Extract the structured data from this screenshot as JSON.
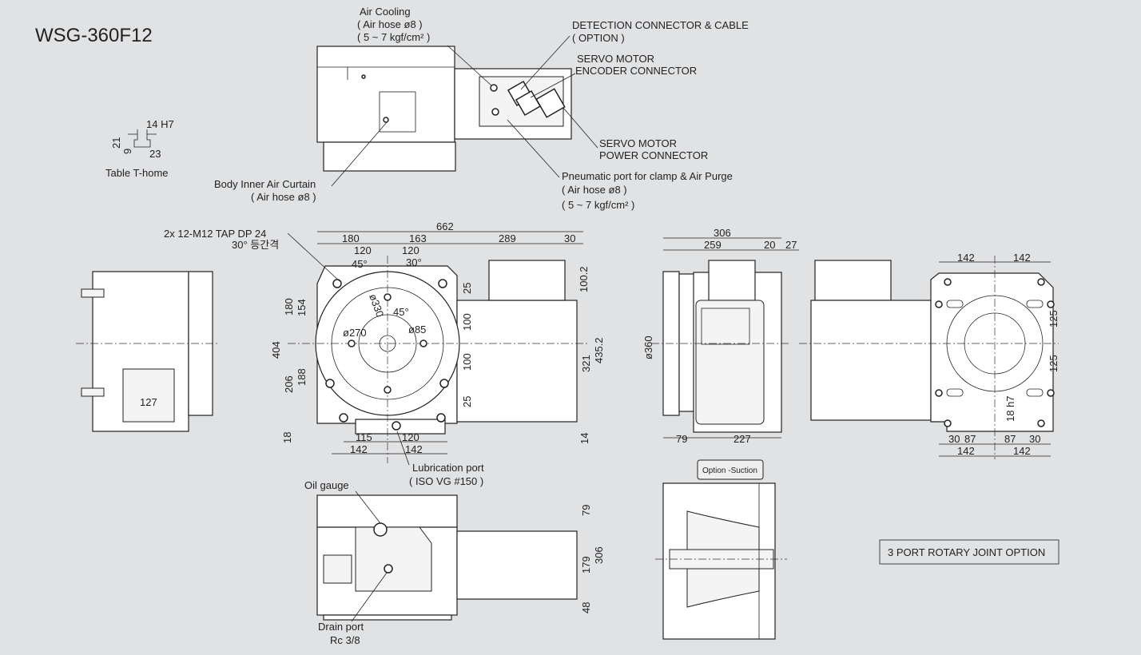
{
  "title": "WSG-360F12",
  "top_view": {
    "air_cooling": [
      "Air Cooling",
      "( Air hose ø8 )",
      "( 5 ~ 7 kgf/cm² )"
    ],
    "detection": [
      "DETECTION CONNECTOR & CABLE",
      "( OPTION )"
    ],
    "encoder": [
      "SERVO MOTOR",
      "ENCODER CONNECTOR"
    ],
    "power": [
      "SERVO MOTOR",
      "POWER CONNECTOR"
    ],
    "pneumatic": [
      "Pneumatic port for clamp & Air Purge",
      "( Air hose ø8 )",
      "( 5 ~ 7 kgf/cm² )"
    ],
    "air_curtain": [
      "Body Inner Air Curtain",
      "( Air hose ø8 )"
    ]
  },
  "t_home": {
    "width": "14 H7",
    "d1": "21",
    "d2": "9",
    "d3": "23",
    "label": "Table T-home"
  },
  "left_view": {
    "dim": "127"
  },
  "front_view": {
    "tap_note": [
      "2x 12-M12 TAP DP 24",
      "30° 등간격"
    ],
    "dims_top": [
      "662",
      "180",
      "163",
      "289",
      "30",
      "120",
      "120"
    ],
    "angles": [
      "45°",
      "30°",
      "45°"
    ],
    "diameters": [
      "ø330",
      "ø270",
      "ø85"
    ],
    "dims_right": [
      "25",
      "100",
      "100",
      "25",
      "100.2",
      "435.2",
      "321"
    ],
    "dims_left": [
      "404",
      "180",
      "154",
      "206",
      "188",
      "18"
    ],
    "dims_bottom": [
      "115",
      "120",
      "142",
      "142",
      "14"
    ],
    "lubrication": [
      "Lubrication port",
      "( ISO VG #150 )"
    ]
  },
  "side_view": {
    "dims": [
      "306",
      "259",
      "20",
      "27",
      "ø360",
      "79",
      "227"
    ]
  },
  "rear_view": {
    "dims": [
      "142",
      "142",
      "125",
      "125",
      "18 h7",
      "30",
      "87",
      "87",
      "30",
      "142",
      "142"
    ]
  },
  "bottom_view": {
    "oil_gauge": "Oil gauge",
    "drain": [
      "Drain port",
      "Rc 3/8"
    ],
    "dims": [
      "79",
      "306",
      "179",
      "48"
    ]
  },
  "section_view": {
    "option_label": "Option -Suction"
  },
  "rotary_joint_option": "3 PORT ROTARY JOINT OPTION"
}
